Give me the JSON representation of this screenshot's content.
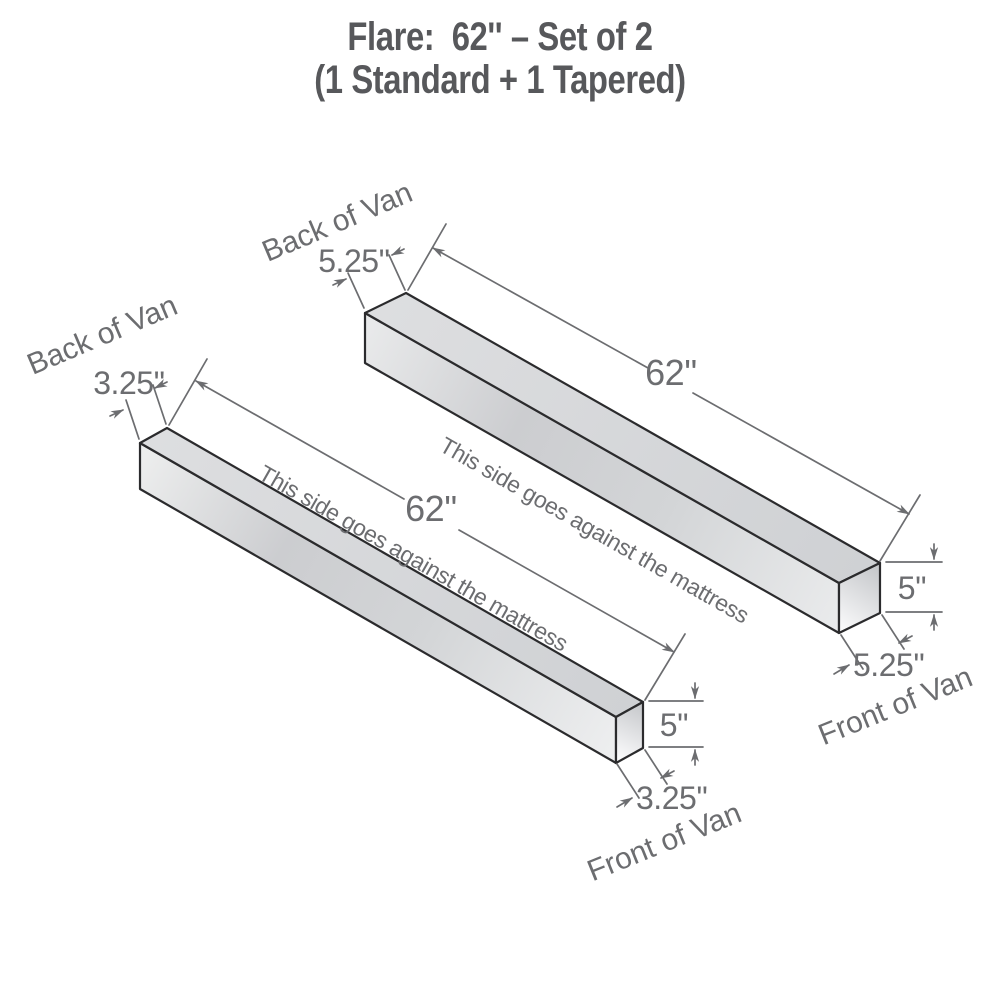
{
  "title": {
    "line1": "Flare:  62'' – Set of 2",
    "line2": "(1 Standard + 1 Tapered)"
  },
  "colors": {
    "title_text": "#57585b",
    "annotation": "#6c6d70",
    "bar_outline": "#2b2b2d",
    "bar_face_light": "#f0f1f2",
    "bar_face_mid": "#cbcdd0"
  },
  "bars": {
    "upper": {
      "back_label": "Back of Van",
      "back_width": "5.25''",
      "length": "62''",
      "side_note": "This side goes against the mattress",
      "height": "5''",
      "front_width": "5.25''",
      "front_label": "Front of Van"
    },
    "lower": {
      "back_label": "Back of Van",
      "back_width": "3.25''",
      "length": "62''",
      "side_note": "This side goes against the mattress",
      "height": "5''",
      "front_width": "3.25''",
      "front_label": "Front of Van"
    }
  }
}
